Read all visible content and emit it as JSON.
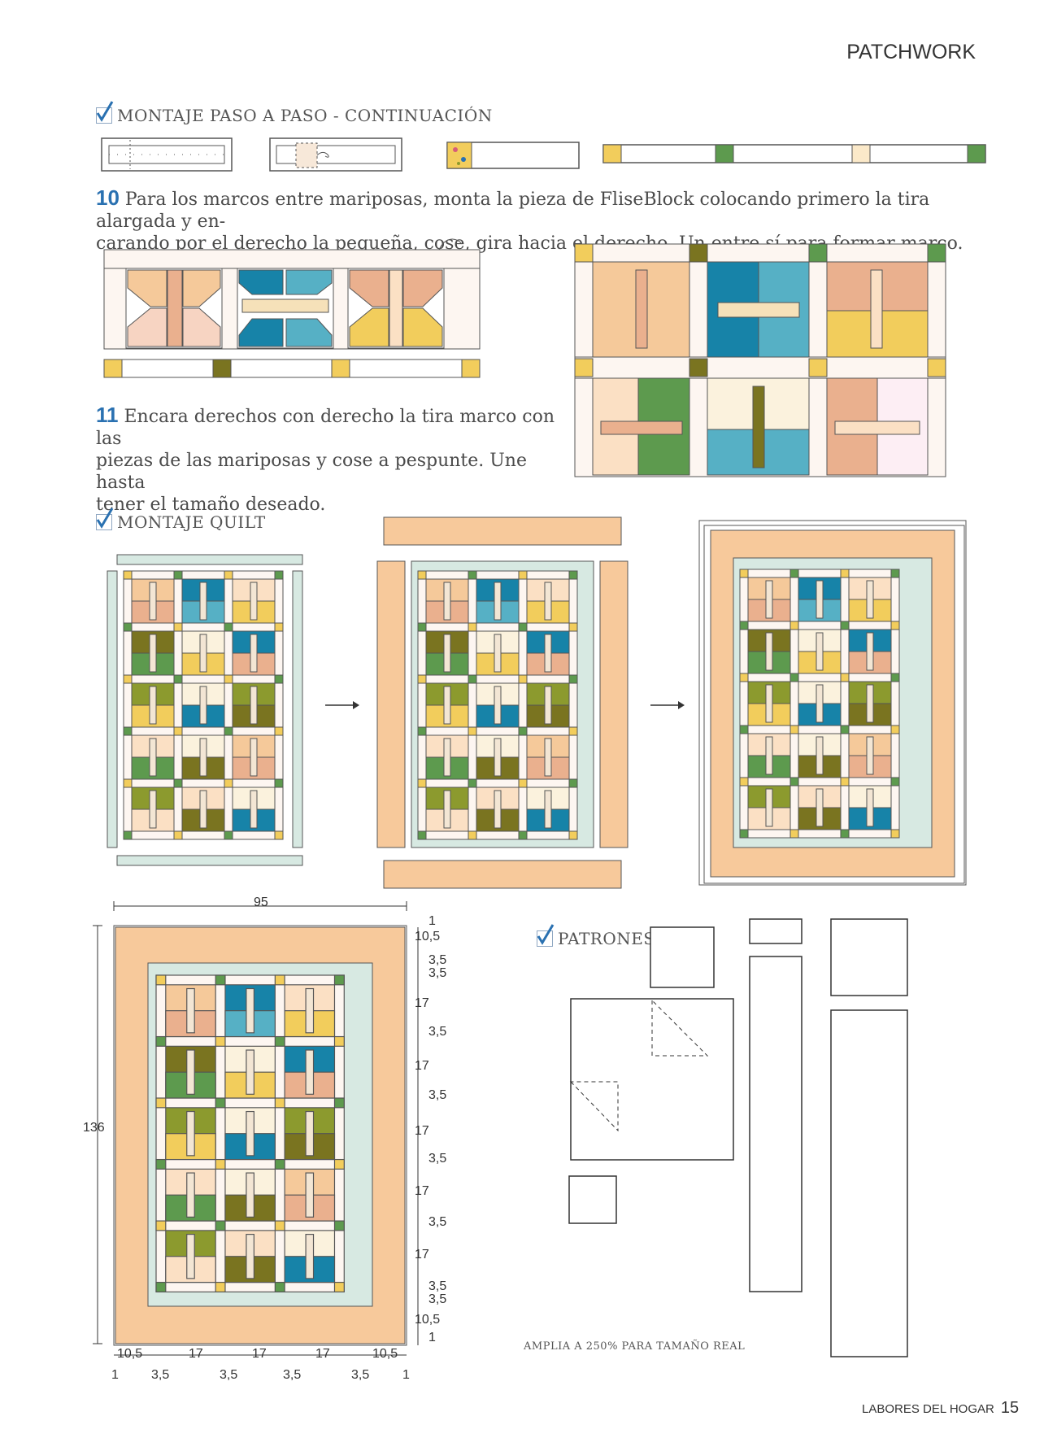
{
  "header": {
    "section": "PATCHWORK"
  },
  "sections": {
    "montaje_continuacion": "MONTAJE PASO A PASO - CONTINUACIÓN",
    "montaje_quilt": "MONTAJE QUILT",
    "patrones": "PATRONES"
  },
  "steps": [
    {
      "num": "10",
      "text_line1": "Para los marcos entre mariposas, monta la pieza de FliseBlock colocando primero la tira alargada y en-",
      "text_line2": "carando por el derecho la pequeña, cose, gira hacia el derecho. Un entre sí para formar marco."
    },
    {
      "num": "11",
      "text_line1": "Encara derechos con derecho la tira marco con las",
      "text_line2": "piezas de las mariposas y cose a pespunte. Une hasta",
      "text_line3": "tener el tamaño deseado."
    }
  ],
  "dimensions": {
    "width_total": "95",
    "height_total": "136",
    "right": [
      "1",
      "10,5",
      "3,5",
      "3,5",
      "17",
      "3,5",
      "17",
      "3,5",
      "17",
      "3,5",
      "17",
      "3,5",
      "17",
      "3,5",
      "3,5",
      "10,5",
      "1"
    ],
    "bottom_top": [
      "10,5",
      "17",
      "17",
      "17",
      "10,5"
    ],
    "bottom_low": [
      "1",
      "3,5",
      "3,5",
      "3,5",
      "3,5",
      "1"
    ]
  },
  "note": "AMPLIA A 250% PARA TAMAÑO REAL",
  "footer": {
    "brand": "LABORES DEL HOGAR",
    "page": "15"
  },
  "colors": {
    "peach": "#f5c99a",
    "peach_light": "#fbe0c4",
    "salmon": "#eab08e",
    "teal": "#1783a8",
    "teal_check": "#56b0c5",
    "olive": "#7a7420",
    "olive_green": "#8c9a2e",
    "green_floral": "#5d9a4e",
    "floral_yellow": "#f2cd5c",
    "cream": "#fbf2dd",
    "sashing": "#fdf6f1",
    "border_mint": "#d7e9e2",
    "line": "#555555"
  }
}
